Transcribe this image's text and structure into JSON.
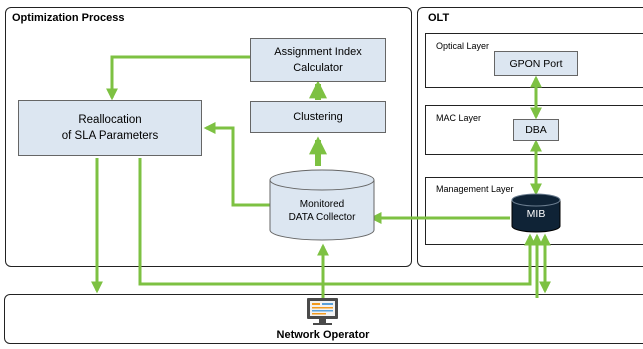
{
  "optimization": {
    "title": "Optimization Process",
    "assignment_calculator": "Assignment Index\nCalculator",
    "clustering": "Clustering",
    "reallocation": "Reallocation\nof SLA Parameters",
    "data_collector": "Monitored\nDATA Collector"
  },
  "olt": {
    "title": "OLT",
    "optical_layer": {
      "label": "Optical Layer",
      "block": "GPON Port"
    },
    "mac_layer": {
      "label": "MAC Layer",
      "block": "DBA"
    },
    "management_layer": {
      "label": "Management Layer",
      "block": "MIB"
    }
  },
  "operator": {
    "label": "Network Operator",
    "icon": "monitor-icon"
  },
  "colors": {
    "arrow": "#7dc142",
    "box_fill": "#dce6f1",
    "cylinder_fill": "#dce6f1",
    "mib_fill": "#0f2336"
  }
}
